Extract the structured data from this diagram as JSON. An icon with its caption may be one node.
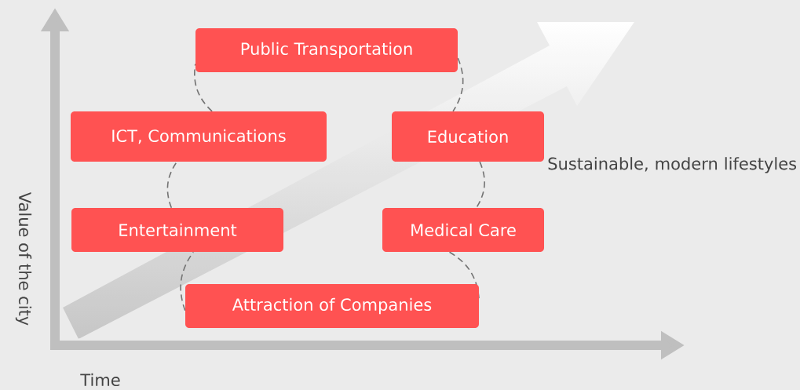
{
  "diagram": {
    "nodes": [
      {
        "text": [
          "Public Transportation"
        ]
      },
      {
        "text": [
          "ICT, Communications"
        ]
      },
      {
        "text": [
          "Education"
        ]
      },
      {
        "text": [
          "Entertainment"
        ]
      },
      {
        "text": [
          "Medical Care"
        ]
      },
      {
        "text": [
          "Attraction of Companies"
        ]
      }
    ],
    "edges": [
      {
        "from": 0,
        "to": 2,
        "arrow": "none",
        "style": "dashed"
      },
      {
        "from": 2,
        "to": 4,
        "arrow": "none",
        "style": "dashed"
      },
      {
        "from": 4,
        "to": 5,
        "arrow": "none",
        "style": "dashed"
      },
      {
        "from": 5,
        "to": 3,
        "arrow": "none",
        "style": "dashed"
      },
      {
        "from": 3,
        "to": 1,
        "arrow": "none",
        "style": "dashed"
      },
      {
        "from": 1,
        "to": 0,
        "arrow": "none",
        "style": "dashed"
      }
    ],
    "labels": [
      "Sustainable, modern lifestyles",
      "Value of the city",
      "Time"
    ]
  }
}
